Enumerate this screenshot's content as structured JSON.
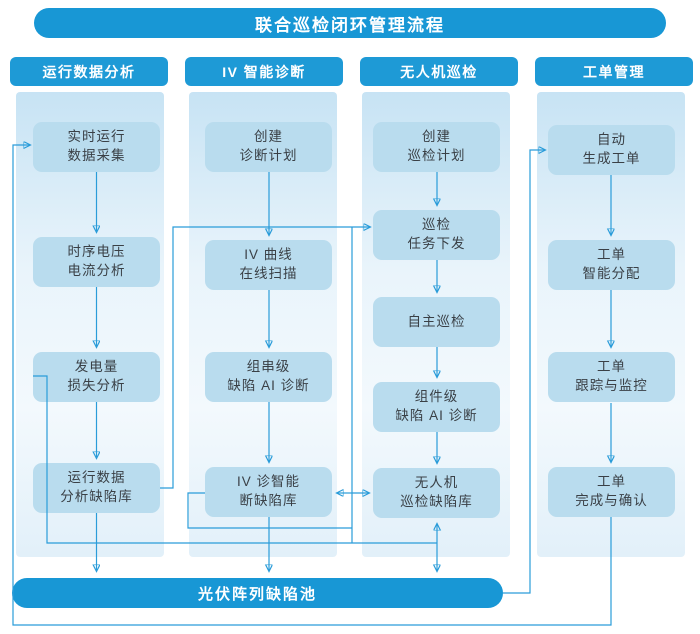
{
  "title": "联合巡检闭环管理流程",
  "colors": {
    "banner_blue": "#1897d5",
    "header_blue": "#1e9ad6",
    "box_fill": "#b9dcee",
    "box_text": "#3a4046",
    "connector_blue": "#2a9cd9",
    "panel_top": "#c7e3f4",
    "panel_bottom": "#e2f0f9"
  },
  "columns": [
    {
      "header": "运行数据分析",
      "boxes": [
        {
          "lines": [
            "实时运行",
            "数据采集"
          ]
        },
        {
          "lines": [
            "时序电压",
            "电流分析"
          ]
        },
        {
          "lines": [
            "发电量",
            "损失分析"
          ]
        },
        {
          "lines": [
            "运行数据",
            "分析缺陷库"
          ]
        }
      ]
    },
    {
      "header": "IV 智能诊断",
      "boxes": [
        {
          "lines": [
            "创建",
            "诊断计划"
          ]
        },
        {
          "lines": [
            "IV 曲线",
            "在线扫描"
          ]
        },
        {
          "lines": [
            "组串级",
            "缺陷 AI 诊断"
          ]
        },
        {
          "lines": [
            "IV 诊智能",
            "断缺陷库"
          ]
        }
      ]
    },
    {
      "header": "无人机巡检",
      "boxes": [
        {
          "lines": [
            "创建",
            "巡检计划"
          ]
        },
        {
          "lines": [
            "巡检",
            "任务下发"
          ]
        },
        {
          "lines": [
            "自主巡检",
            ""
          ]
        },
        {
          "lines": [
            "组件级",
            "缺陷 AI 诊断"
          ]
        },
        {
          "lines": [
            "无人机",
            "巡检缺陷库"
          ]
        }
      ]
    },
    {
      "header": "工单管理",
      "boxes": [
        {
          "lines": [
            "自动",
            "生成工单"
          ]
        },
        {
          "lines": [
            "工单",
            "智能分配"
          ]
        },
        {
          "lines": [
            "工单",
            "跟踪与监控"
          ]
        },
        {
          "lines": [
            "工单",
            "完成与确认"
          ]
        }
      ]
    }
  ],
  "pool": {
    "label": "光伏阵列缺陷池"
  }
}
